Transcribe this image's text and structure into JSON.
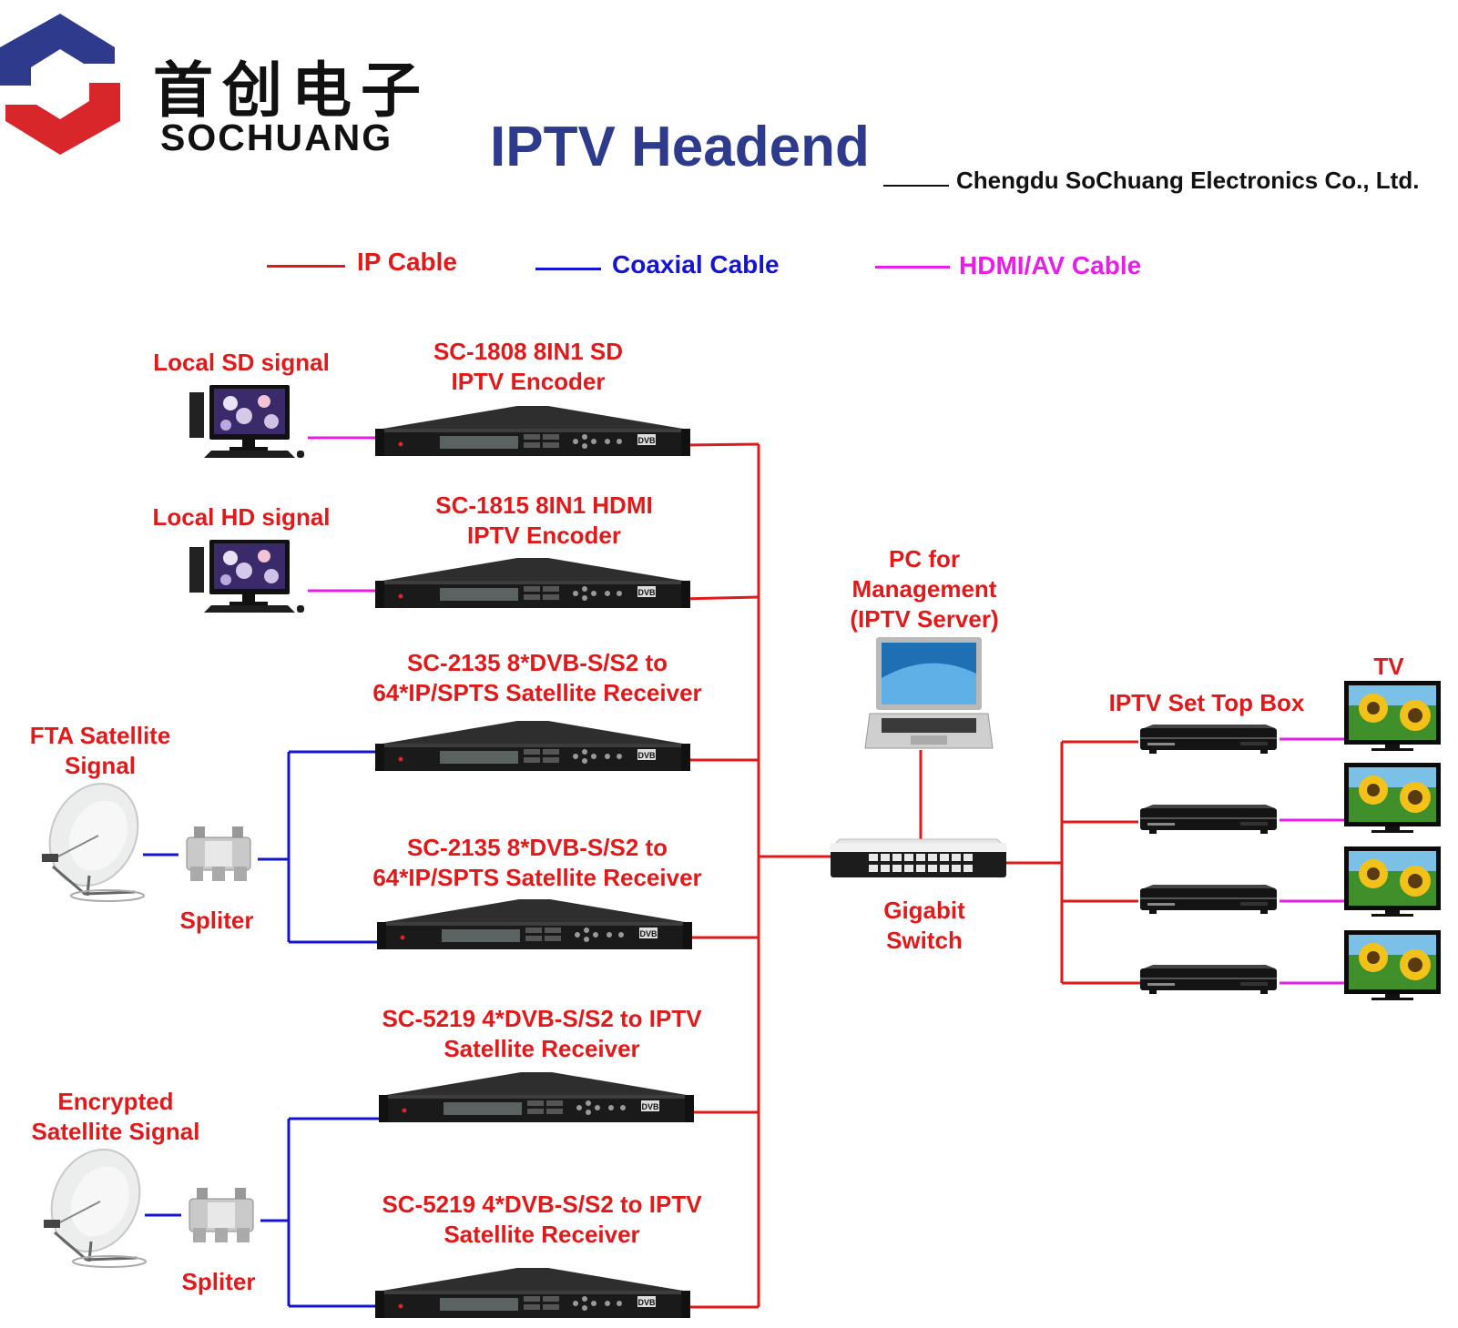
{
  "header": {
    "brand_cn": "首创电子",
    "brand_en": "SOCHUANG",
    "title": "IPTV Headend",
    "company": "Chengdu SoChuang Electronics Co., Ltd."
  },
  "legend": [
    {
      "label": "IP Cable",
      "color": "#e01a1a"
    },
    {
      "label": "Coaxial Cable",
      "color": "#1414d2"
    },
    {
      "label": "HDMI/AV Cable",
      "color": "#e61ee6"
    }
  ],
  "colors": {
    "ip": "#e01a1a",
    "coax": "#1414d2",
    "hdmi": "#e61ee6",
    "label": "#e01a1a",
    "title": "#2e3a8c",
    "logo_blue": "#2e3a8c",
    "logo_red": "#d8262b"
  },
  "sources": {
    "local_sd": "Local SD signal",
    "local_hd": "Local HD signal",
    "fta": "FTA Satellite\nSignal",
    "encrypted": "Encrypted\nSatellite Signal",
    "spliter": "Spliter"
  },
  "devices": [
    {
      "label": "SC-1808 8IN1 SD\nIPTV Encoder"
    },
    {
      "label": "SC-1815 8IN1 HDMI\nIPTV Encoder"
    },
    {
      "label": "SC-2135 8*DVB-S/S2 to\n64*IP/SPTS Satellite Receiver"
    },
    {
      "label": "SC-2135 8*DVB-S/S2 to\n64*IP/SPTS Satellite Receiver"
    },
    {
      "label": "SC-5219 4*DVB-S/S2 to IPTV\nSatellite Receiver"
    },
    {
      "label": "SC-5219 4*DVB-S/S2 to IPTV\nSatellite Receiver"
    }
  ],
  "network": {
    "pc": "PC for\nManagement\n(IPTV Server)",
    "switch": "Gigabit\nSwitch",
    "stb": "IPTV Set Top Box",
    "tv": "TV"
  },
  "icons": [
    "logo-mark",
    "desktop-pc-icon",
    "rack-encoder-icon",
    "satellite-dish-icon",
    "splitter-icon",
    "laptop-icon",
    "gigabit-switch-icon",
    "set-top-box-icon",
    "tv-icon",
    "dvb-logo"
  ]
}
